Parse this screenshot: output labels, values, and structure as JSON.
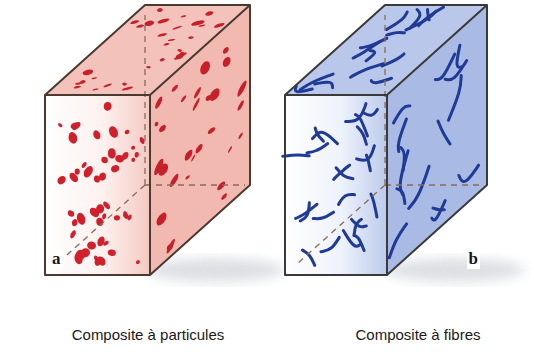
{
  "diagram": {
    "labels": [
      "a",
      "b",
      "Composite à particules",
      "Composite à fibres"
    ]
  }
}
